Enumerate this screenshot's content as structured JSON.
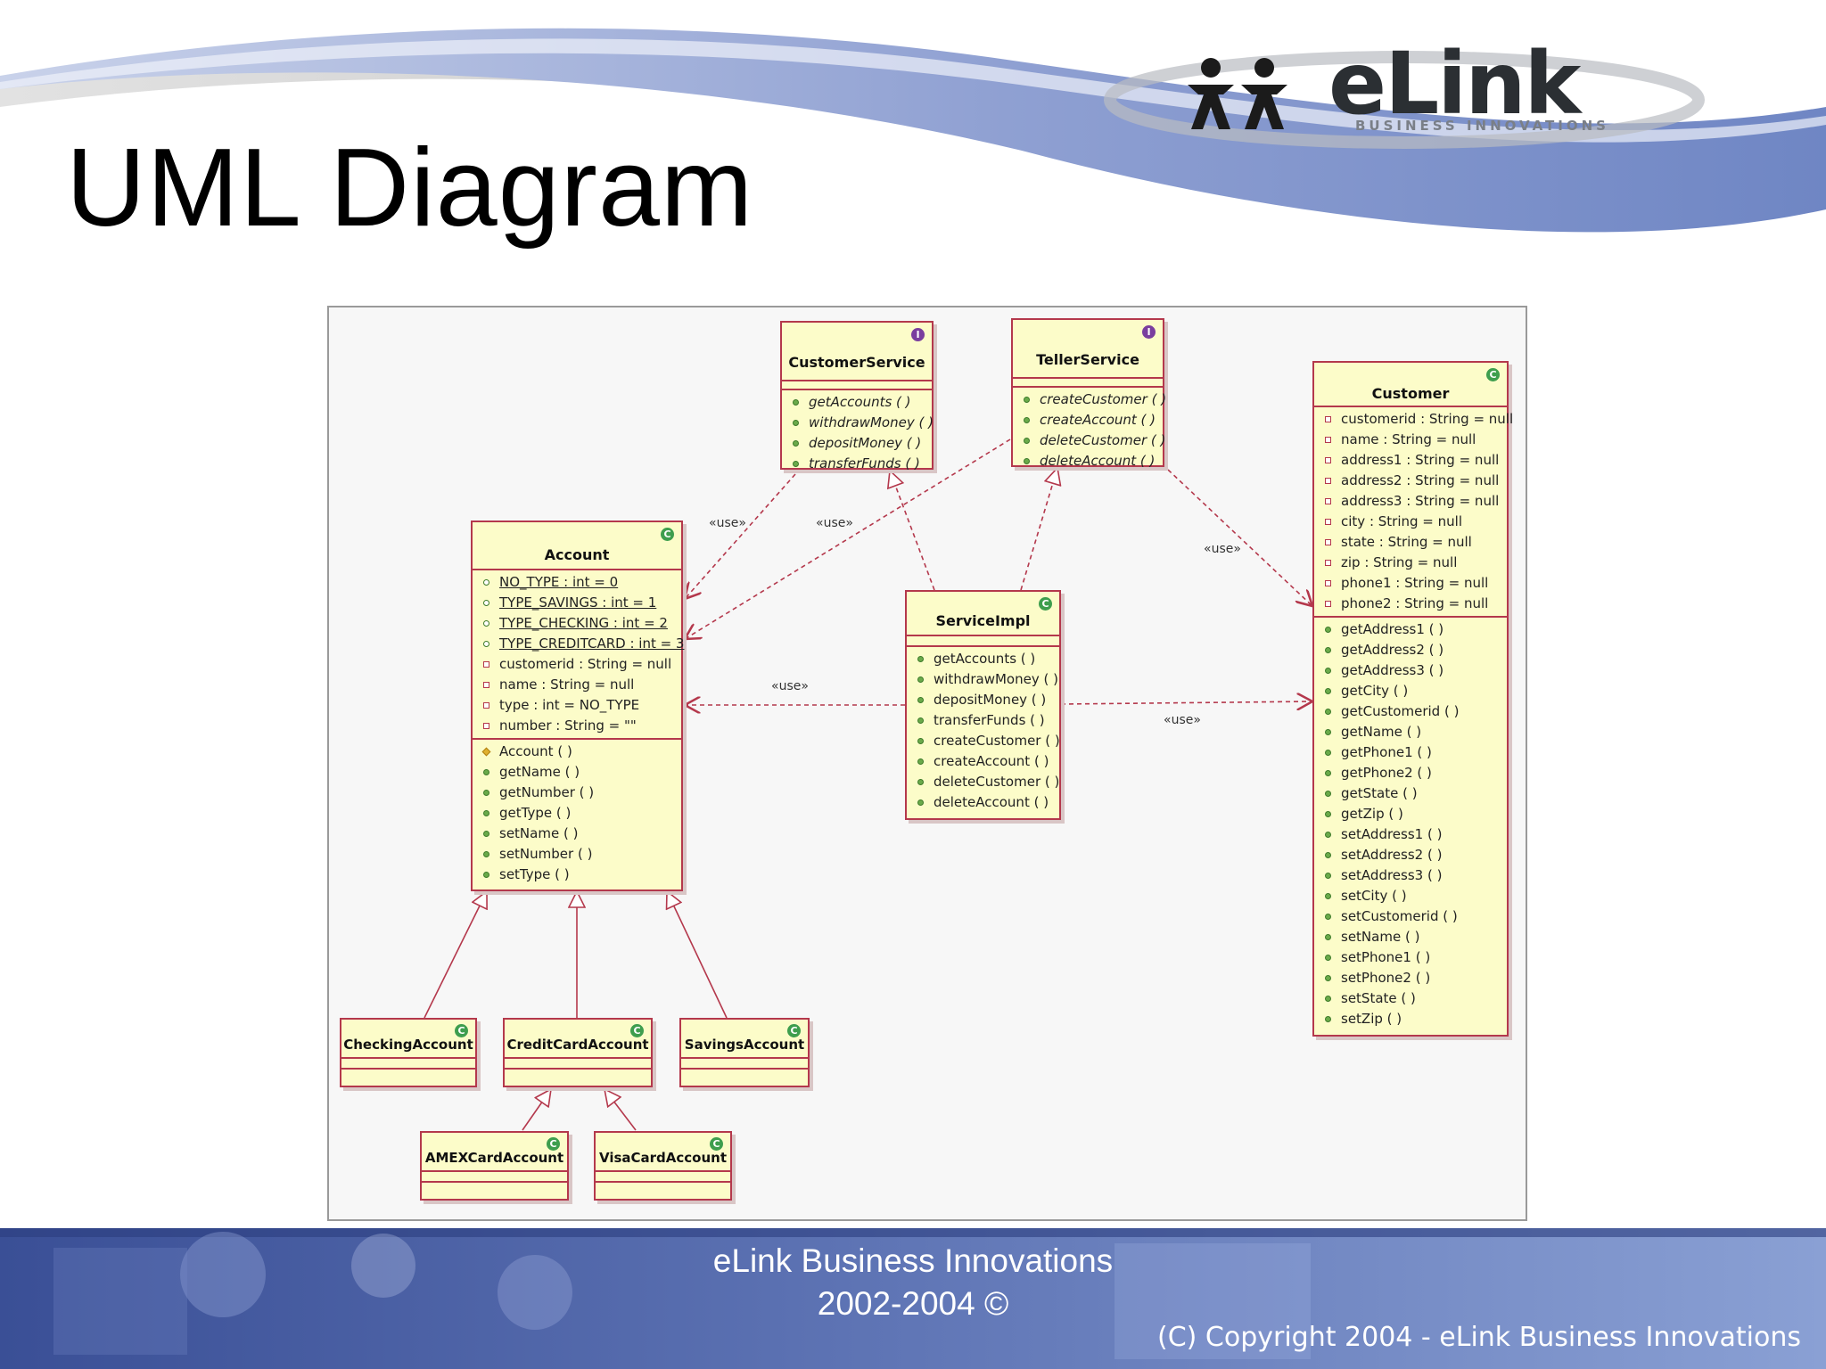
{
  "slide": {
    "title": "UML Diagram",
    "footer_line1": "eLink Business Innovations",
    "footer_line2": "2002-2004 ©",
    "copyright": "(C) Copyright 2004 - eLink Business Innovations"
  },
  "logo": {
    "word": "eLink",
    "tagline": "BUSINESS INNOVATIONS"
  },
  "colors": {
    "class_fill": "#fcfcc9",
    "class_border": "#b4384c",
    "swoosh": "#7b8fc6",
    "footer": "#4a5fa8"
  },
  "classes": {
    "customer_service": {
      "name": "CustomerService",
      "badge": "I",
      "methods": [
        "getAccounts ( )",
        "withdrawMoney ( )",
        "depositMoney ( )",
        "transferFunds ( )"
      ]
    },
    "teller_service": {
      "name": "TellerService",
      "badge": "I",
      "methods": [
        "createCustomer ( )",
        "createAccount ( )",
        "deleteCustomer ( )",
        "deleteAccount ( )"
      ]
    },
    "account": {
      "name": "Account",
      "badge": "C",
      "attributes": [
        "NO_TYPE : int = 0",
        "TYPE_SAVINGS : int = 1",
        "TYPE_CHECKING : int = 2",
        "TYPE_CREDITCARD : int = 3",
        "customerid : String = null",
        "name : String = null",
        "type : int = NO_TYPE",
        "number : String = \"\""
      ],
      "methods": [
        "Account ( )",
        "getName ( )",
        "getNumber ( )",
        "getType ( )",
        "setName ( )",
        "setNumber ( )",
        "setType ( )"
      ]
    },
    "service_impl": {
      "name": "ServiceImpl",
      "badge": "C",
      "methods": [
        "getAccounts ( )",
        "withdrawMoney ( )",
        "depositMoney ( )",
        "transferFunds ( )",
        "createCustomer ( )",
        "createAccount ( )",
        "deleteCustomer ( )",
        "deleteAccount ( )"
      ]
    },
    "customer": {
      "name": "Customer",
      "badge": "C",
      "attributes": [
        "customerid : String = null",
        "name : String = null",
        "address1 : String = null",
        "address2 : String = null",
        "address3 : String = null",
        "city : String = null",
        "state : String = null",
        "zip : String = null",
        "phone1 : String = null",
        "phone2 : String = null"
      ],
      "methods": [
        "getAddress1 ( )",
        "getAddress2 ( )",
        "getAddress3 ( )",
        "getCity ( )",
        "getCustomerid ( )",
        "getName ( )",
        "getPhone1 ( )",
        "getPhone2 ( )",
        "getState ( )",
        "getZip ( )",
        "setAddress1 ( )",
        "setAddress2 ( )",
        "setAddress3 ( )",
        "setCity ( )",
        "setCustomerid ( )",
        "setName ( )",
        "setPhone1 ( )",
        "setPhone2 ( )",
        "setState ( )",
        "setZip ( )"
      ]
    },
    "checking_account": {
      "name": "CheckingAccount",
      "badge": "C"
    },
    "credit_card_account": {
      "name": "CreditCardAccount",
      "badge": "C"
    },
    "savings_account": {
      "name": "SavingsAccount",
      "badge": "C"
    },
    "amex_card_account": {
      "name": "AMEXCardAccount",
      "badge": "C"
    },
    "visa_card_account": {
      "name": "VisaCardAccount",
      "badge": "C"
    }
  },
  "relations": {
    "use_label": "«use»"
  }
}
